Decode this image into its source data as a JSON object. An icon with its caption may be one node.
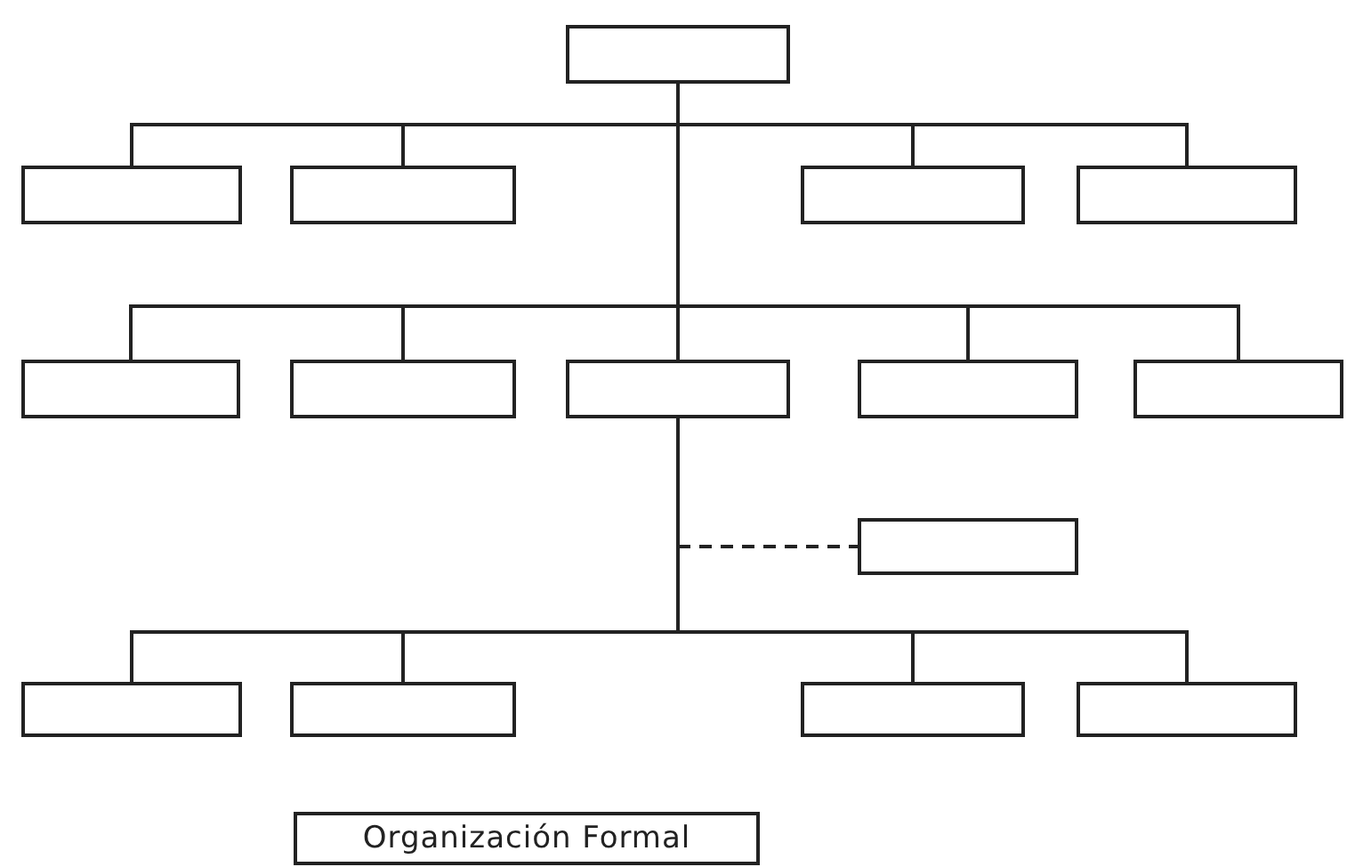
{
  "diagram": {
    "nodes": [
      {
        "text": [],
        "shape": "box"
      },
      {
        "text": [],
        "shape": "box"
      },
      {
        "text": [],
        "shape": "box"
      },
      {
        "text": [],
        "shape": "box"
      },
      {
        "text": [],
        "shape": "box"
      },
      {
        "text": [],
        "shape": "box"
      },
      {
        "text": [],
        "shape": "box"
      },
      {
        "text": [],
        "shape": "box"
      },
      {
        "text": [],
        "shape": "box"
      },
      {
        "text": [],
        "shape": "box"
      },
      {
        "text": [],
        "shape": "box"
      },
      {
        "text": [],
        "shape": "box"
      },
      {
        "text": [],
        "shape": "box"
      },
      {
        "text": [],
        "shape": "box"
      },
      {
        "text": [],
        "shape": "box"
      },
      {
        "text": [
          "Organización Formal"
        ]
      }
    ],
    "edges": [
      {
        "from": 0,
        "to": 1,
        "arrow": "none"
      },
      {
        "from": 0,
        "to": 2,
        "arrow": "none"
      },
      {
        "from": 0,
        "to": 3,
        "arrow": "none"
      },
      {
        "from": 0,
        "to": 4,
        "arrow": "none"
      },
      {
        "from": 0,
        "to": 5,
        "arrow": "none"
      },
      {
        "from": 0,
        "to": 6,
        "arrow": "none"
      },
      {
        "from": 0,
        "to": 7,
        "arrow": "none"
      },
      {
        "from": 0,
        "to": 8,
        "arrow": "none"
      },
      {
        "from": 0,
        "to": 9,
        "arrow": "none"
      },
      {
        "from": 7,
        "to": 10,
        "arrow": "none",
        "style": "dashed"
      },
      {
        "from": 7,
        "to": 11,
        "arrow": "none"
      },
      {
        "from": 7,
        "to": 12,
        "arrow": "none"
      },
      {
        "from": 7,
        "to": 13,
        "arrow": "none"
      },
      {
        "from": 7,
        "to": 14,
        "arrow": "none"
      }
    ]
  }
}
